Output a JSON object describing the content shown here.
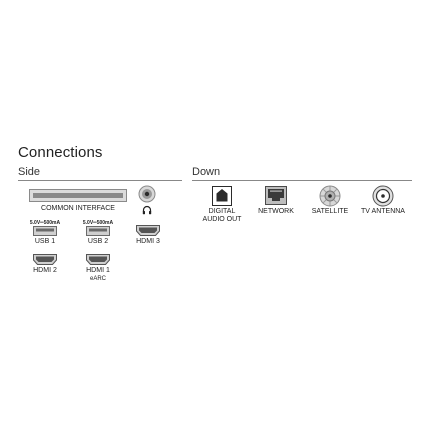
{
  "page": {
    "title": "Connections"
  },
  "side": {
    "label": "Side",
    "ports": {
      "common_interface": "COMMON INTERFACE",
      "usb1_spec": "5.0V═500mA",
      "usb1": "USB 1",
      "usb2_spec": "5.0V═500mA",
      "usb2": "USB 2",
      "hdmi3": "HDMI 3",
      "hdmi2": "HDMI 2",
      "hdmi1": "HDMI 1",
      "hdmi1_sub": "eARC"
    }
  },
  "down": {
    "label": "Down",
    "ports": {
      "digital_audio_line1": "DIGITAL",
      "digital_audio_line2": "AUDIO OUT",
      "network": "NETWORK",
      "satellite": "SATELLITE",
      "tv_antenna": "TV ANTENNA"
    }
  },
  "colors": {
    "icon_fill": "#8a8a8a",
    "icon_dark": "#2b2b2b",
    "rule": "#888888"
  }
}
